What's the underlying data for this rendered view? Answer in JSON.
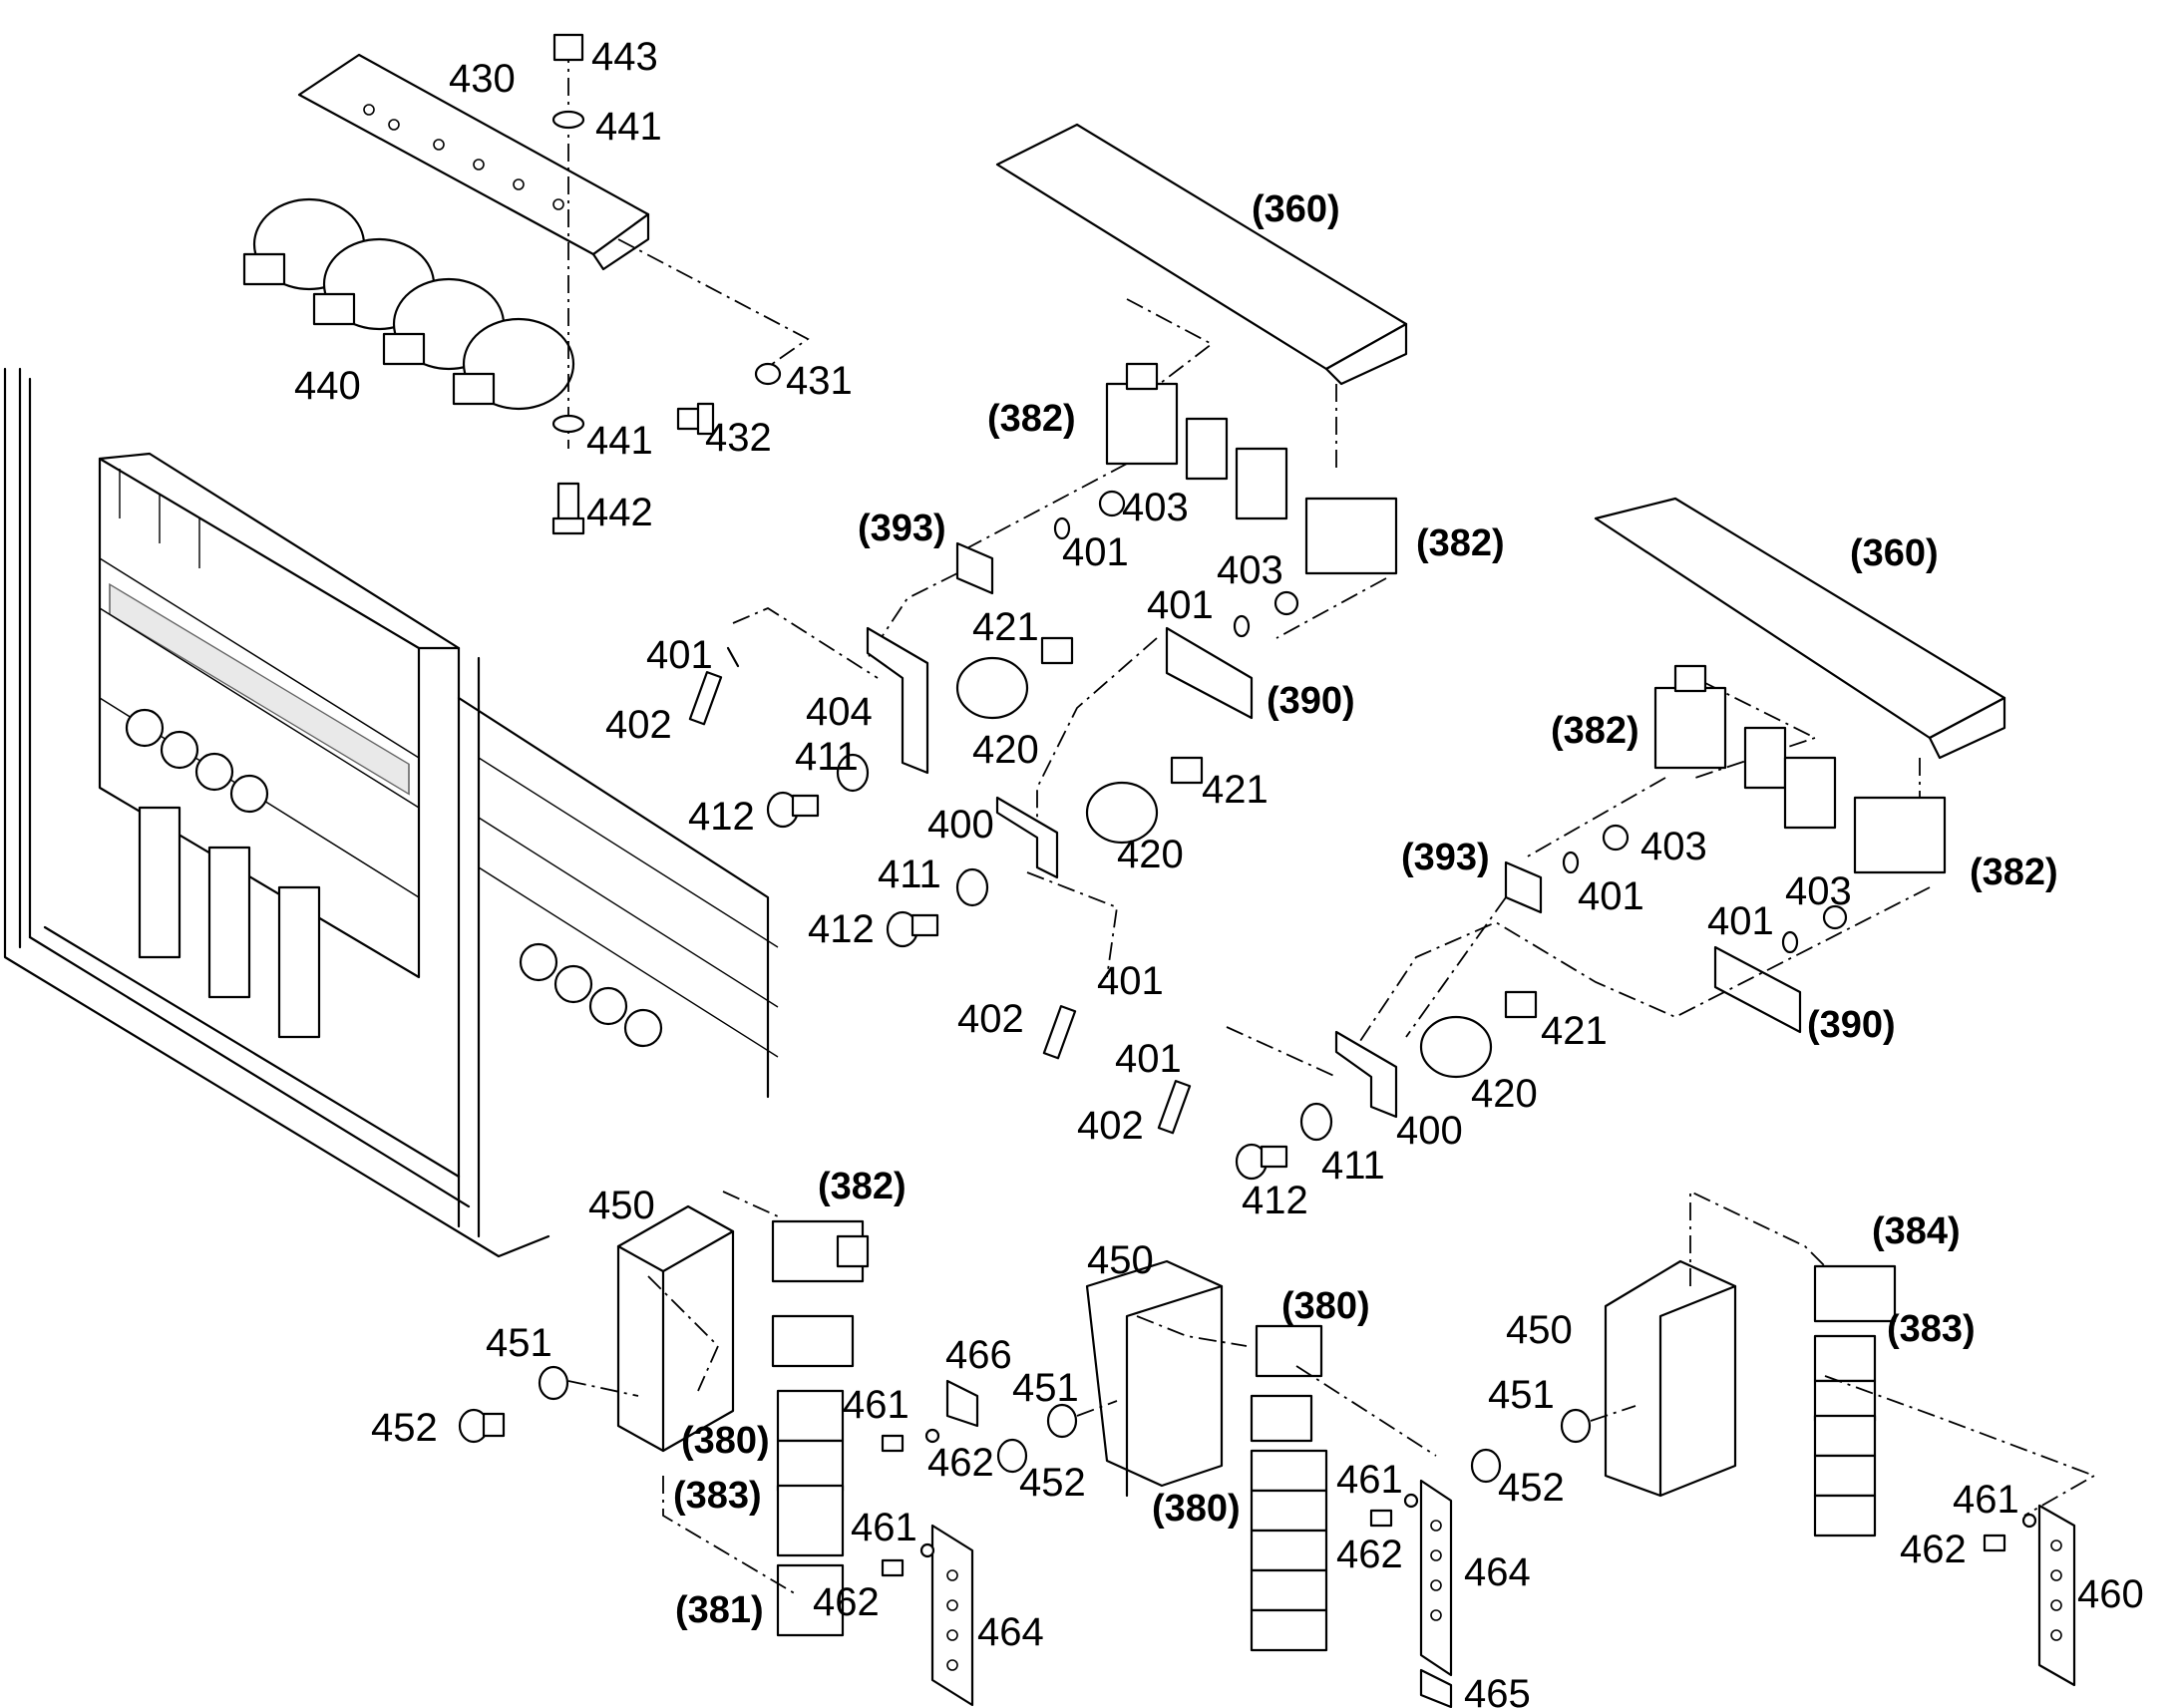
{
  "labels": {
    "l430": "430",
    "l443": "443",
    "l441a": "441",
    "l440": "440",
    "l441b": "441",
    "l431": "431",
    "l432": "432",
    "l442": "442",
    "l360a": "(360)",
    "l382a": "(382)",
    "l393a": "(393)",
    "l403a": "403",
    "l401a": "401",
    "l382b": "(382)",
    "l403b": "403",
    "l401b": "401",
    "l390a": "(390)",
    "l401c": "401",
    "l402a": "402",
    "l404": "404",
    "l421a": "421",
    "l420a": "420",
    "l411a": "411",
    "l412a": "412",
    "l400a": "400",
    "l421b": "421",
    "l420b": "420",
    "l411b": "411",
    "l412b": "412",
    "l401d": "401",
    "l402b": "402",
    "l360b": "(360)",
    "l382c": "(382)",
    "l393b": "(393)",
    "l403c": "403",
    "l401e": "401",
    "l382d": "(382)",
    "l403d": "403",
    "l401f": "401",
    "l390b": "(390)",
    "l401g": "401",
    "l402c": "402",
    "l421c": "421",
    "l420c": "420",
    "l400b": "400",
    "l411c": "411",
    "l412c": "412",
    "l450a": "450",
    "l382e": "(382)",
    "l451a": "451",
    "l452a": "452",
    "l380a": "(380)",
    "l466": "466",
    "l461a": "461",
    "l462a": "462",
    "l383a": "(383)",
    "l461b": "461",
    "l381": "(381)",
    "l462b": "462",
    "l464a": "464",
    "l450b": "450",
    "l380b": "(380)",
    "l451b": "451",
    "l452b": "452",
    "l380c": "(380)",
    "l461c": "461",
    "l462c": "462",
    "l464b": "464",
    "l465": "465",
    "l450c": "450",
    "l384": "(384)",
    "l383b": "(383)",
    "l451c": "451",
    "l452c": "452",
    "l461d": "461",
    "l462d": "462",
    "l460": "460"
  },
  "colors": {
    "line": "#000000",
    "background": "#ffffff",
    "shade": "#dcdcdc"
  }
}
